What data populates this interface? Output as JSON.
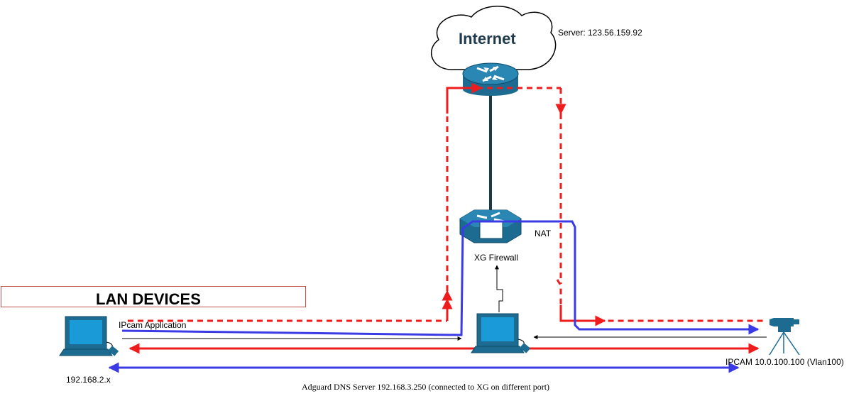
{
  "internet": {
    "title": "Internet",
    "server": "Server: 123.56.159.92"
  },
  "firewall": {
    "label": "XG Firewall",
    "nat": "NAT"
  },
  "lan": {
    "title": "LAN DEVICES",
    "app_label": "IPcam Application",
    "ip": "192.168.2.x"
  },
  "ipcam": {
    "label": "IPCAM 10.0.100.100 (Vlan100)"
  },
  "dns": {
    "label": "Adguard DNS Server 192.168.3.250 (connected to XG on different port)"
  },
  "colors": {
    "red": "#ee1c1c",
    "blue": "#3b3be6",
    "black": "#000000",
    "cisco_blue": "#1d6b91",
    "trunk": "#1a3a4a"
  },
  "icons": [
    "cloud-icon",
    "router-icon",
    "firewall-router-icon",
    "computer-icon",
    "ip-camera-icon"
  ]
}
